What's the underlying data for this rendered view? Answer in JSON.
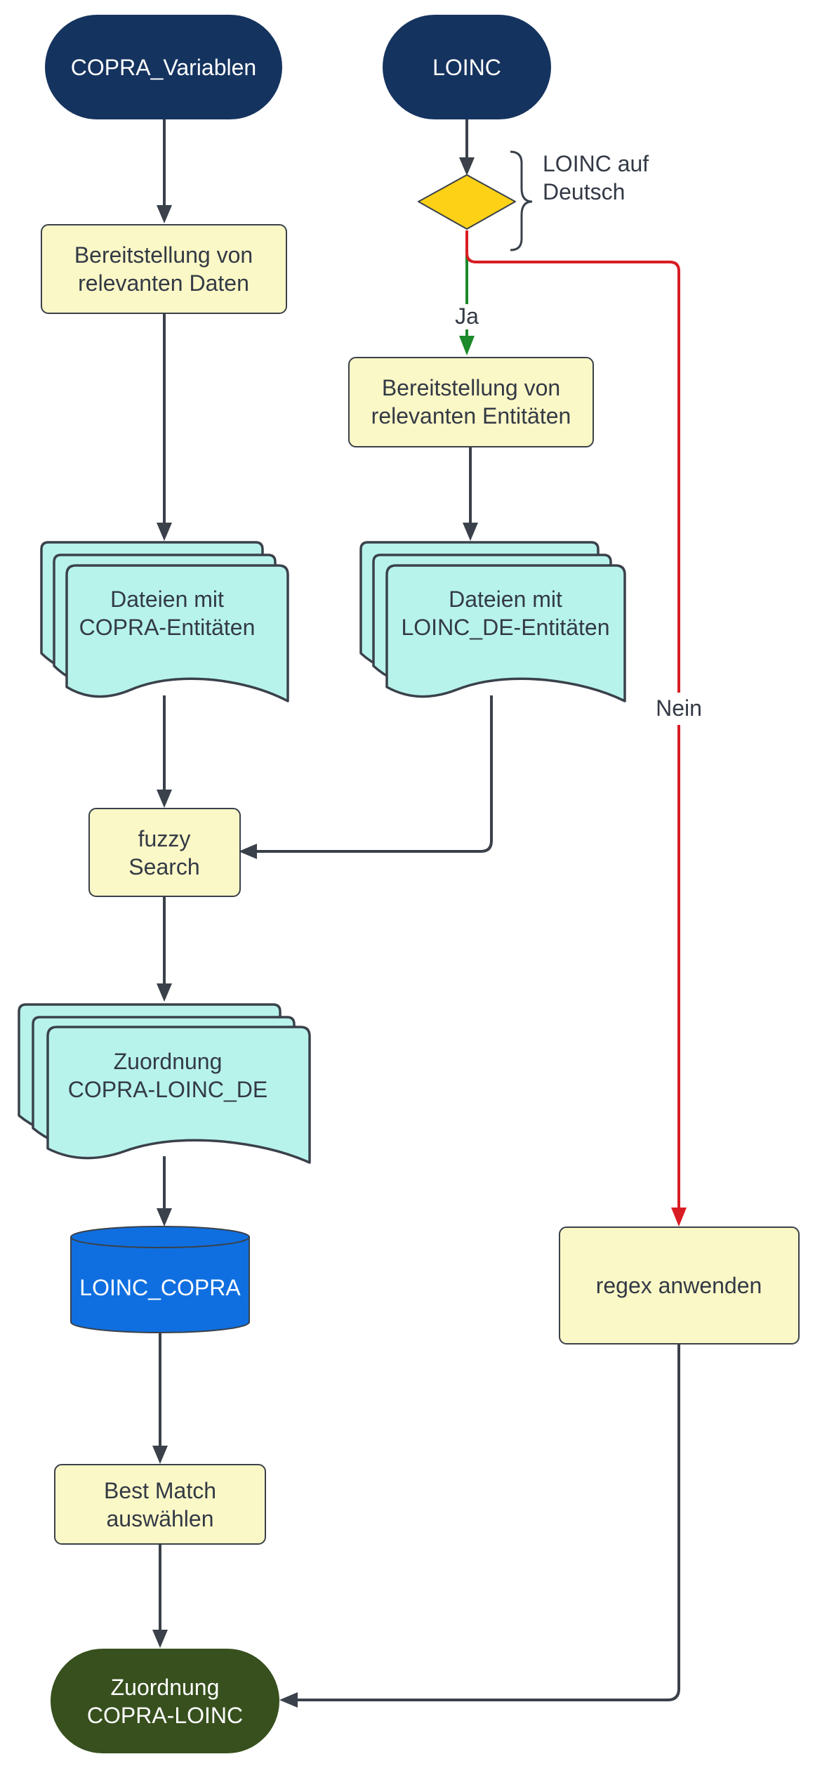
{
  "colors": {
    "terminal_blue": "#15335f",
    "terminal_green": "#37501e",
    "process_fill": "#fbf8c7",
    "document_fill": "#b7f3eb",
    "database_fill": "#0f6fe0",
    "decision_fill": "#fcd116",
    "edge_default": "#3a414a",
    "edge_yes": "#1b8a2a",
    "edge_no": "#d91c24"
  },
  "nodes": {
    "copra_variablen": {
      "lines": [
        "COPRA_Variablen"
      ]
    },
    "loinc": {
      "lines": [
        "LOINC"
      ]
    },
    "bereitstellung_daten": {
      "lines": [
        "Bereitstellung von",
        "relevanten Daten"
      ]
    },
    "loinc_auf_deutsch": {
      "lines": [
        "LOINC auf",
        "Deutsch"
      ]
    },
    "bereitstellung_entitaeten": {
      "lines": [
        "Bereitstellung von",
        "relevanten Entitäten"
      ]
    },
    "dateien_copra": {
      "lines": [
        "Dateien mit",
        "COPRA-Entitäten"
      ]
    },
    "dateien_loinc": {
      "lines": [
        "Dateien mit",
        "LOINC_DE-Entitäten"
      ]
    },
    "fuzzy_search": {
      "lines": [
        "fuzzy",
        "Search"
      ]
    },
    "zuordnung_de": {
      "lines": [
        "Zuordnung",
        "COPRA-LOINC_DE"
      ]
    },
    "loinc_copra_db": {
      "lines": [
        "LOINC_COPRA"
      ]
    },
    "regex": {
      "lines": [
        "regex anwenden"
      ]
    },
    "best_match": {
      "lines": [
        "Best Match",
        "auswählen"
      ]
    },
    "zuordnung_final": {
      "lines": [
        "Zuordnung",
        "COPRA-LOINC"
      ]
    }
  },
  "edge_labels": {
    "yes": "Ja",
    "no": "Nein"
  }
}
